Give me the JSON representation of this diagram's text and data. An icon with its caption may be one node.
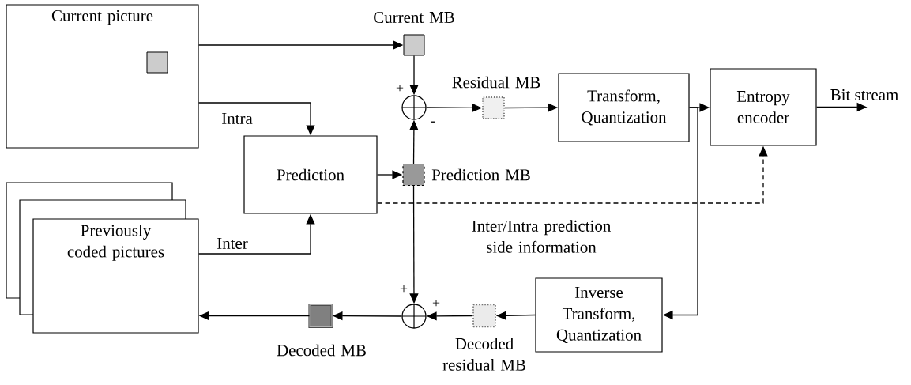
{
  "diagram": {
    "nodes": [
      {
        "text": [
          "Current picture"
        ]
      },
      {
        "text": [],
        "shape": "box",
        "in": 0
      },
      {
        "text": [],
        "shape": "box",
        "beside": [
          "Current MB"
        ]
      },
      {
        "text": [],
        "shape": "circle"
      },
      {
        "text": [],
        "shape": "box",
        "beside": [
          "Residual MB"
        ]
      },
      {
        "text": [
          "Transform, Quantization"
        ]
      },
      {
        "text": [
          "Entropy encoder"
        ]
      },
      {
        "text": [
          "Prediction"
        ]
      },
      {
        "text": [],
        "shape": "box",
        "beside": [
          "Prediction MB"
        ]
      },
      {
        "text": [
          "Previously coded pictures"
        ]
      },
      {
        "text": [
          "Inverse Transform, Quantization"
        ]
      },
      {
        "text": [],
        "shape": "box",
        "beside": [
          "Decoded residual MB"
        ]
      },
      {
        "text": [],
        "shape": "circle"
      },
      {
        "text": [],
        "shape": "box",
        "beside": [
          "Decoded MB"
        ]
      }
    ],
    "edges": [
      {
        "from": 0,
        "to": 2,
        "arrow": "to"
      },
      {
        "from": 0,
        "to": 7,
        "arrow": "to",
        "label": "Intra"
      },
      {
        "from": 2,
        "to": 3,
        "arrow": "to"
      },
      {
        "from": 3,
        "to": 4,
        "arrow": "to"
      },
      {
        "from": 4,
        "to": 5,
        "arrow": "to"
      },
      {
        "from": 5,
        "to": 6,
        "arrow": "to"
      },
      {
        "from": 6,
        "to": null,
        "arrow": "to",
        "label": "Bit stream"
      },
      {
        "from": 7,
        "to": 8,
        "arrow": "to"
      },
      {
        "from": 8,
        "to": 3,
        "arrow": "to"
      },
      {
        "from": 7,
        "to": 6,
        "arrow": "to",
        "style": "dashed",
        "label": "Inter/Intra prediction side information"
      },
      {
        "from": 5,
        "to": 10,
        "arrow": "to"
      },
      {
        "from": 9,
        "to": 7,
        "arrow": "to",
        "label": "Inter"
      },
      {
        "from": 8,
        "to": 12,
        "arrow": "to"
      },
      {
        "from": 10,
        "to": 11,
        "arrow": "to"
      },
      {
        "from": 11,
        "to": 12,
        "arrow": "to"
      },
      {
        "from": 12,
        "to": 13,
        "arrow": "to"
      },
      {
        "from": 13,
        "to": 9,
        "arrow": "to"
      }
    ],
    "labels": [
      "+",
      "-",
      "+",
      "+"
    ]
  }
}
